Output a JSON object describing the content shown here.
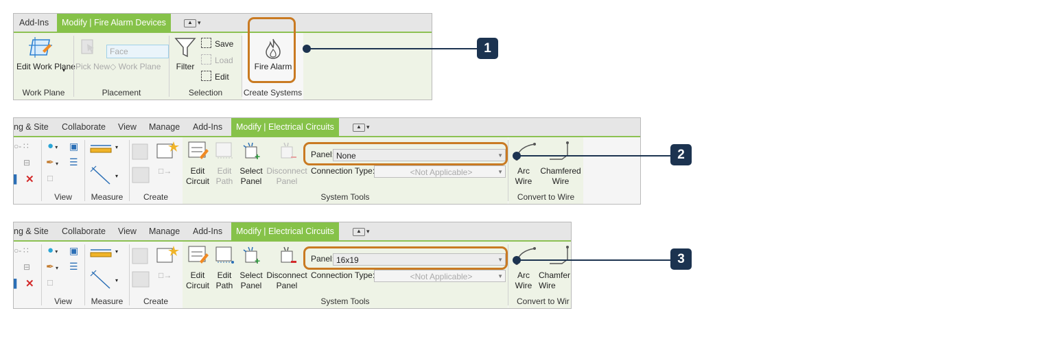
{
  "ribbon1": {
    "tabs": {
      "addins": "Add-Ins",
      "modify": "Modify | Fire Alarm Devices"
    },
    "work_plane": {
      "edit_label": "Edit Work Plane",
      "group": "Work Plane"
    },
    "placement": {
      "pick_new": "Pick New",
      "face": "Face",
      "work_plane": "Work Plane",
      "group": "Placement"
    },
    "selection": {
      "filter": "Filter",
      "save": "Save",
      "load": "Load",
      "edit": "Edit",
      "group": "Selection"
    },
    "create_systems": {
      "fire_alarm": "Fire Alarm",
      "group": "Create Systems"
    },
    "callout": "1"
  },
  "ribbon2": {
    "tabs": {
      "site": "ng & Site",
      "collaborate": "Collaborate",
      "view": "View",
      "manage": "Manage",
      "addins": "Add-Ins",
      "modify": "Modify | Electrical Circuits"
    },
    "groups": {
      "view": "View",
      "measure": "Measure",
      "create": "Create",
      "system_tools": "System Tools",
      "convert": "Convert to Wire"
    },
    "buttons": {
      "edit_circuit": "Edit Circuit",
      "edit_path": "Edit Path",
      "select_panel": "Select Panel",
      "disconnect_panel": "Disconnect Panel",
      "arc_wire": "Arc Wire",
      "chamfered_wire": "Chamfered Wire"
    },
    "panel_label": "Panel:",
    "panel_value": "None",
    "connection_label": "Connection Type:",
    "connection_value": "<Not Applicable>",
    "callout": "2"
  },
  "ribbon3": {
    "tabs": {
      "site": "ng & Site",
      "collaborate": "Collaborate",
      "view": "View",
      "manage": "Manage",
      "addins": "Add-Ins",
      "modify": "Modify | Electrical Circuits"
    },
    "groups": {
      "view": "View",
      "measure": "Measure",
      "create": "Create",
      "system_tools": "System Tools",
      "convert": "Convert to Wir"
    },
    "buttons": {
      "edit_circuit": "Edit Circuit",
      "edit_path": "Edit Path",
      "select_panel": "Select Panel",
      "disconnect_panel": "Disconnect Panel",
      "arc_wire": "Arc Wire",
      "chamfered_wire": "Chamfer Wire"
    },
    "panel_label": "Panel:",
    "panel_value": "16x19",
    "connection_label": "Connection Type:",
    "connection_value": "<Not Applicable>",
    "callout": "3"
  },
  "colors": {
    "accent_green": "#86c249",
    "highlight_orange": "#c97a22",
    "callout_navy": "#1c3350"
  }
}
